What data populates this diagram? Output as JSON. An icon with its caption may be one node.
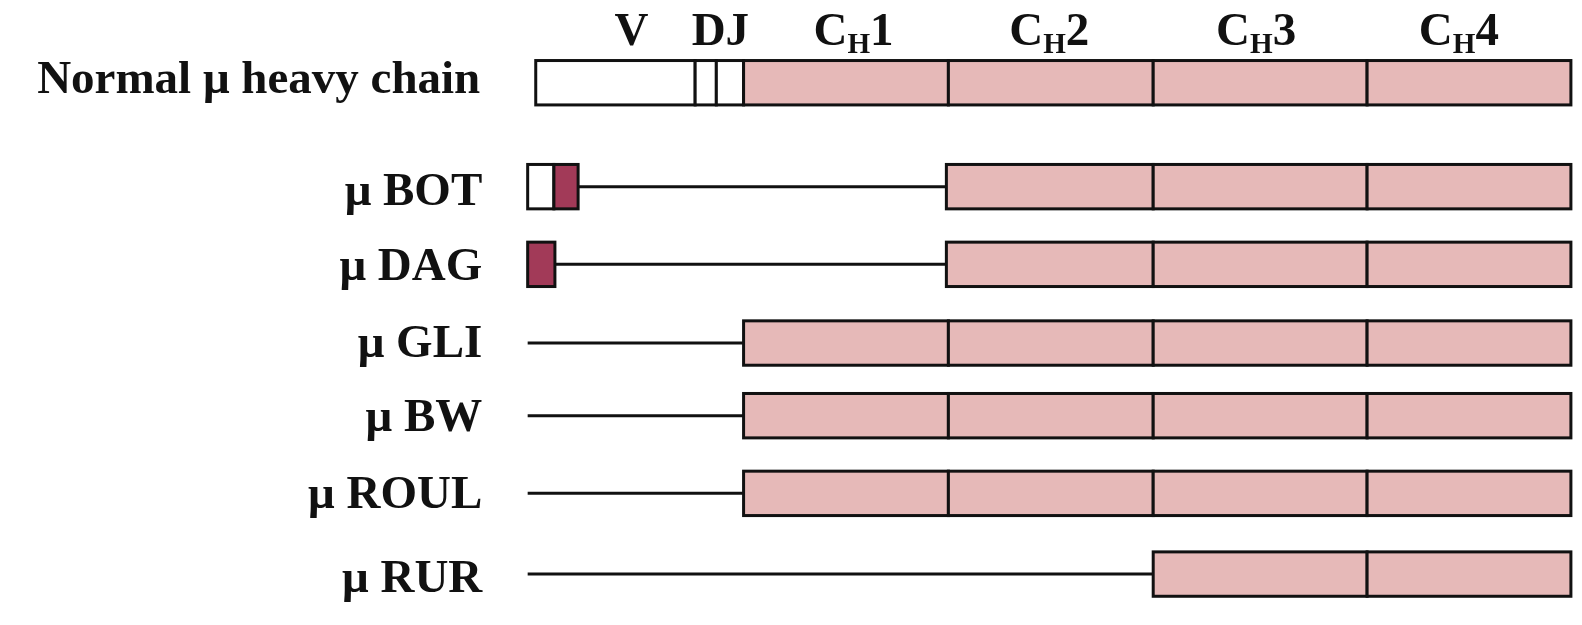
{
  "diagram": {
    "labels": [
      "V",
      "DJ",
      "C$_{H}$1",
      "C$_{H}$2",
      "C$_{H}$3",
      "C$_{H}$4",
      "Normal μ heavy chain",
      "μ BOT",
      "μ DAG",
      "μ GLI",
      "μ BW",
      "μ ROUL",
      "μ RUR"
    ]
  }
}
